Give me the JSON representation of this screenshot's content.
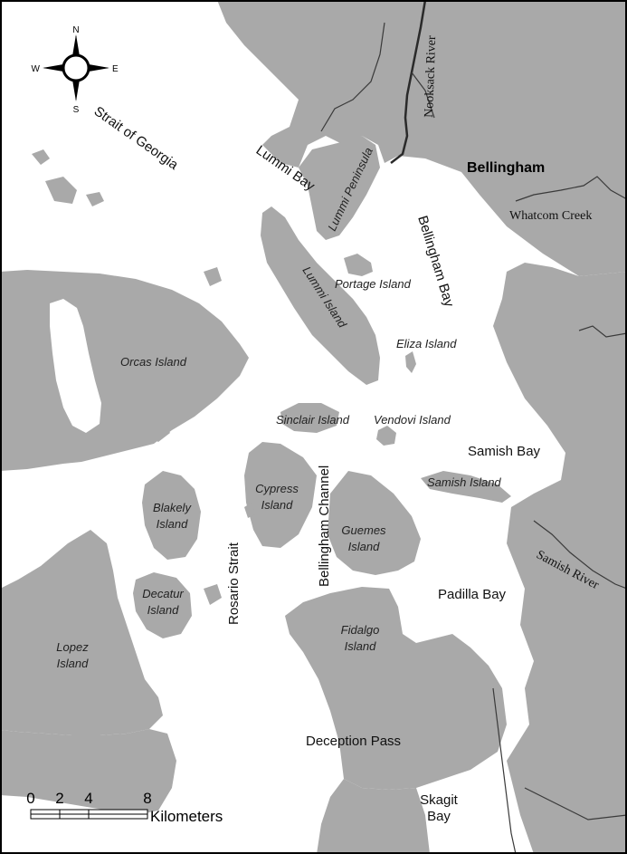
{
  "colors": {
    "land": "#a9a9a9",
    "water": "#ffffff",
    "river": "#3a3a3a",
    "border": "#000000"
  },
  "labels": {
    "strait_of_georgia": "Strait of Georgia",
    "lummi_bay": "Lummi Bay",
    "lummi_peninsula": "Lummi Peninsula",
    "nooksack_river": "Nooksack River",
    "bellingham": "Bellingham",
    "whatcom_creek": "Whatcom Creek",
    "bellingham_bay": "Bellingham Bay",
    "portage_island": "Portage Island",
    "lummi_island": "Lummi Island",
    "eliza_island": "Eliza Island",
    "orcas_island": "Orcas Island",
    "sinclair_island": "Sinclair Island",
    "vendovi_island": "Vendovi Island",
    "samish_bay": "Samish Bay",
    "samish_island": "Samish Island",
    "cypress_island_1": "Cypress",
    "cypress_island_2": "Island",
    "bellingham_channel": "Bellingham Channel",
    "blakely_island_1": "Blakely",
    "blakely_island_2": "Island",
    "rosario_strait": "Rosario Strait",
    "guemes_island_1": "Guemes",
    "guemes_island_2": "Island",
    "samish_river": "Samish River",
    "padilla_bay": "Padilla Bay",
    "decatur_island_1": "Decatur",
    "decatur_island_2": "Island",
    "fidalgo_island_1": "Fidalgo",
    "fidalgo_island_2": "Island",
    "lopez_island_1": "Lopez",
    "lopez_island_2": "Island",
    "deception_pass": "Deception Pass",
    "skagit_bay_1": "Skagit",
    "skagit_bay_2": "Bay"
  },
  "compass": {
    "n": "N",
    "s": "S",
    "e": "E",
    "w": "W"
  },
  "scale_bar": {
    "ticks": [
      "0",
      "2",
      "4",
      "8"
    ],
    "unit": "Kilometers"
  }
}
